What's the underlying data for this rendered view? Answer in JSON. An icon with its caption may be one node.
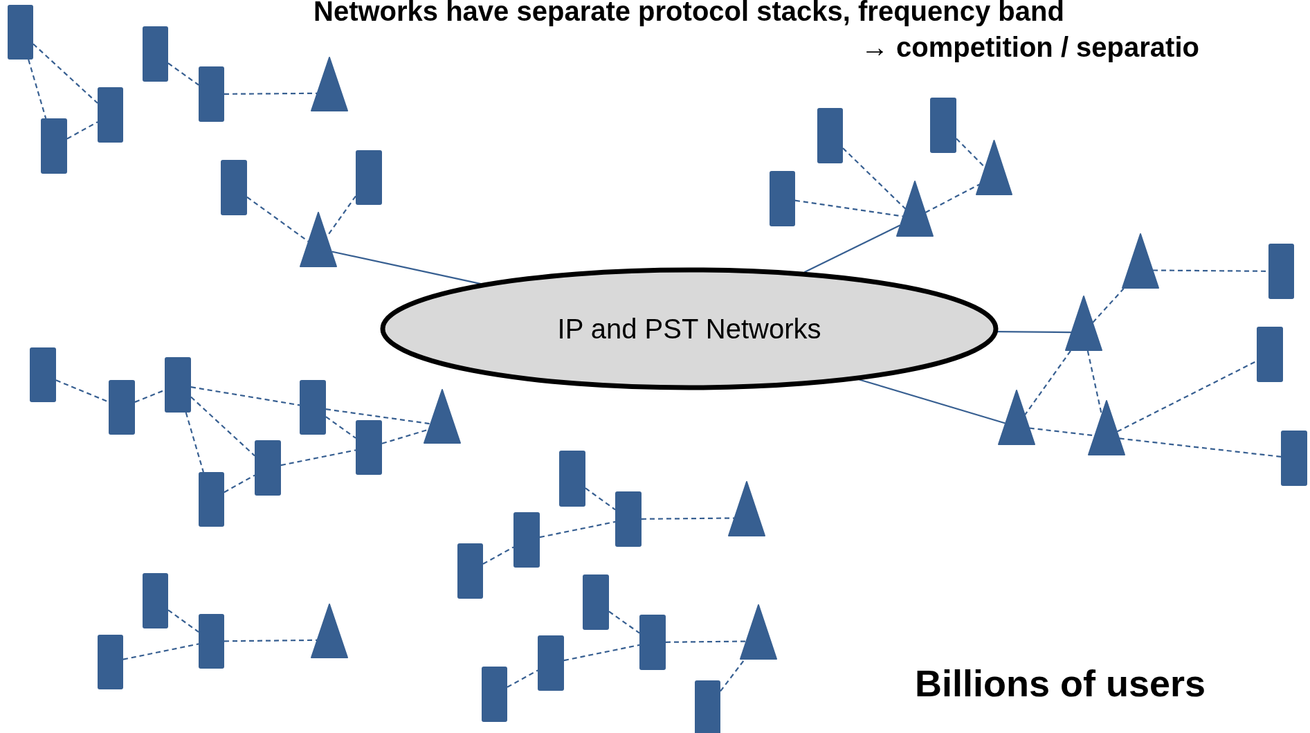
{
  "diagram": {
    "nodes": [
      {
        "text": [
          "IP and PST Networks"
        ]
      },
      {
        "text": [],
        "shape": "box"
      },
      {
        "text": [],
        "shape": "box"
      },
      {
        "text": [],
        "shape": "box"
      },
      {
        "text": [],
        "shape": "box"
      },
      {
        "text": [],
        "shape": "box"
      },
      {
        "text": [],
        "shape": "triangle"
      },
      {
        "text": [],
        "shape": "box"
      },
      {
        "text": [],
        "shape": "box"
      },
      {
        "text": [],
        "shape": "triangle"
      },
      {
        "text": [],
        "shape": "box"
      },
      {
        "text": [],
        "shape": "box"
      },
      {
        "text": [],
        "shape": "box"
      },
      {
        "text": [],
        "shape": "box"
      },
      {
        "text": [],
        "shape": "box"
      },
      {
        "text": [],
        "shape": "triangle"
      },
      {
        "text": [],
        "shape": "box"
      },
      {
        "text": [],
        "shape": "box"
      },
      {
        "text": [],
        "shape": "box"
      },
      {
        "text": [],
        "shape": "box"
      },
      {
        "text": [],
        "shape": "box"
      },
      {
        "text": [],
        "shape": "triangle"
      },
      {
        "text": [],
        "shape": "box"
      },
      {
        "text": [],
        "shape": "box"
      },
      {
        "text": [],
        "shape": "box"
      },
      {
        "text": [],
        "shape": "box"
      },
      {
        "text": [],
        "shape": "triangle"
      },
      {
        "text": [],
        "shape": "box"
      },
      {
        "text": [],
        "shape": "box"
      },
      {
        "text": [],
        "shape": "box"
      },
      {
        "text": [],
        "shape": "box"
      },
      {
        "text": [],
        "shape": "triangle"
      },
      {
        "text": [],
        "shape": "box"
      },
      {
        "text": [],
        "shape": "box"
      },
      {
        "text": [],
        "shape": "box"
      },
      {
        "text": [],
        "shape": "box"
      },
      {
        "text": [],
        "shape": "triangle"
      },
      {
        "text": [],
        "shape": "triangle"
      },
      {
        "text": [],
        "shape": "triangle"
      },
      {
        "text": [],
        "shape": "box"
      },
      {
        "text": [],
        "shape": "triangle"
      },
      {
        "text": [],
        "shape": "box"
      },
      {
        "text": [],
        "shape": "triangle"
      },
      {
        "text": [],
        "shape": "triangle"
      },
      {
        "text": [],
        "shape": "box"
      }
    ],
    "edges": [
      {
        "from": 1,
        "to": 2,
        "arrow": "none",
        "style": "dashed"
      },
      {
        "from": 1,
        "to": 3,
        "arrow": "none",
        "style": "dashed"
      },
      {
        "from": 2,
        "to": 3,
        "arrow": "none",
        "style": "dashed"
      },
      {
        "from": 4,
        "to": 5,
        "arrow": "none",
        "style": "dashed"
      },
      {
        "from": 5,
        "to": 6,
        "arrow": "none",
        "style": "dashed"
      },
      {
        "from": 7,
        "to": 9,
        "arrow": "none",
        "style": "dashed"
      },
      {
        "from": 8,
        "to": 9,
        "arrow": "none",
        "style": "dashed"
      },
      {
        "from": 9,
        "to": 0,
        "arrow": "none"
      },
      {
        "from": 10,
        "to": 11,
        "arrow": "none",
        "style": "dashed"
      },
      {
        "from": 11,
        "to": 12,
        "arrow": "none",
        "style": "dashed"
      },
      {
        "from": 12,
        "to": 13,
        "arrow": "none",
        "style": "dashed"
      },
      {
        "from": 12,
        "to": 16,
        "arrow": "none",
        "style": "dashed"
      },
      {
        "from": 12,
        "to": 17,
        "arrow": "none",
        "style": "dashed"
      },
      {
        "from": 13,
        "to": 15,
        "arrow": "none",
        "style": "dashed"
      },
      {
        "from": 13,
        "to": 14,
        "arrow": "none",
        "style": "dashed"
      },
      {
        "from": 14,
        "to": 15,
        "arrow": "none",
        "style": "dashed"
      },
      {
        "from": 16,
        "to": 14,
        "arrow": "none",
        "style": "dashed"
      },
      {
        "from": 17,
        "to": 16,
        "arrow": "none",
        "style": "dashed"
      },
      {
        "from": 18,
        "to": 20,
        "arrow": "none",
        "style": "dashed"
      },
      {
        "from": 19,
        "to": 20,
        "arrow": "none",
        "style": "dashed"
      },
      {
        "from": 20,
        "to": 21,
        "arrow": "none",
        "style": "dashed"
      },
      {
        "from": 22,
        "to": 23,
        "arrow": "none",
        "style": "dashed"
      },
      {
        "from": 25,
        "to": 24,
        "arrow": "none",
        "style": "dashed"
      },
      {
        "from": 24,
        "to": 23,
        "arrow": "none",
        "style": "dashed"
      },
      {
        "from": 23,
        "to": 26,
        "arrow": "none",
        "style": "dashed"
      },
      {
        "from": 27,
        "to": 28,
        "arrow": "none",
        "style": "dashed"
      },
      {
        "from": 30,
        "to": 29,
        "arrow": "none",
        "style": "dashed"
      },
      {
        "from": 29,
        "to": 28,
        "arrow": "none",
        "style": "dashed"
      },
      {
        "from": 28,
        "to": 31,
        "arrow": "none",
        "style": "dashed"
      },
      {
        "from": 32,
        "to": 31,
        "arrow": "none",
        "style": "dashed"
      },
      {
        "from": 33,
        "to": 36,
        "arrow": "none",
        "style": "dashed"
      },
      {
        "from": 35,
        "to": 36,
        "arrow": "none",
        "style": "dashed"
      },
      {
        "from": 34,
        "to": 37,
        "arrow": "none",
        "style": "dashed"
      },
      {
        "from": 36,
        "to": 37,
        "arrow": "none",
        "style": "dashed"
      },
      {
        "from": 36,
        "to": 0,
        "arrow": "none"
      },
      {
        "from": 38,
        "to": 39,
        "arrow": "none",
        "style": "dashed"
      },
      {
        "from": 40,
        "to": 38,
        "arrow": "none",
        "style": "dashed"
      },
      {
        "from": 0,
        "to": 40,
        "arrow": "none"
      },
      {
        "from": 40,
        "to": 42,
        "arrow": "none",
        "style": "dashed"
      },
      {
        "from": 40,
        "to": 43,
        "arrow": "none",
        "style": "dashed"
      },
      {
        "from": 42,
        "to": 43,
        "arrow": "none",
        "style": "dashed"
      },
      {
        "from": 43,
        "to": 41,
        "arrow": "none",
        "style": "dashed"
      },
      {
        "from": 43,
        "to": 44,
        "arrow": "none",
        "style": "dashed"
      },
      {
        "from": 0,
        "to": 42,
        "arrow": "none"
      }
    ],
    "labels": [
      "Networks have separate protocol stacks, frequency band",
      "→ competition / separatio",
      "Billions of users"
    ]
  }
}
